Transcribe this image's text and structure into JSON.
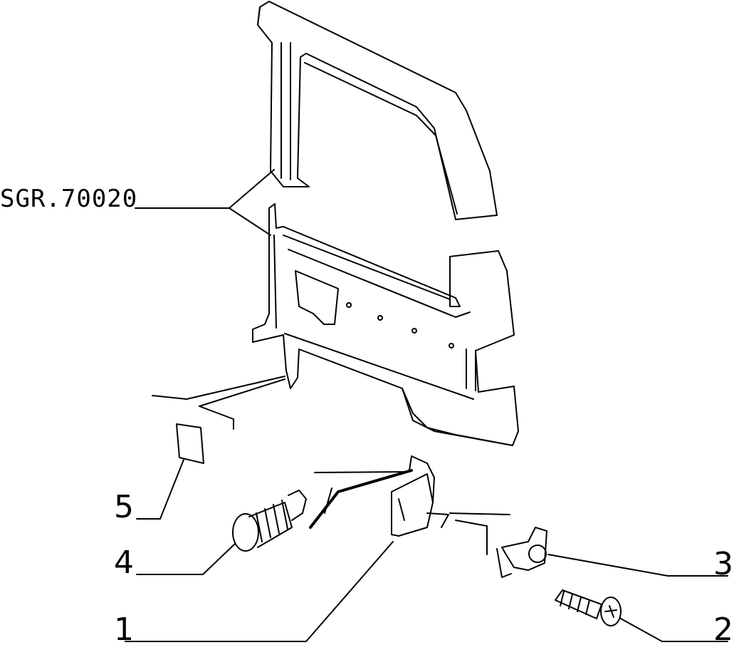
{
  "diagram": {
    "reference_label": "SGR.70020",
    "callouts": [
      {
        "id": "1",
        "label": "1",
        "part": "bracket"
      },
      {
        "id": "2",
        "label": "2",
        "part": "screw"
      },
      {
        "id": "3",
        "label": "3",
        "part": "clip-nut"
      },
      {
        "id": "4",
        "label": "4",
        "part": "push-rivet"
      },
      {
        "id": "5",
        "label": "5",
        "part": "pad"
      }
    ],
    "line_color": "#000000",
    "background": "#ffffff"
  }
}
